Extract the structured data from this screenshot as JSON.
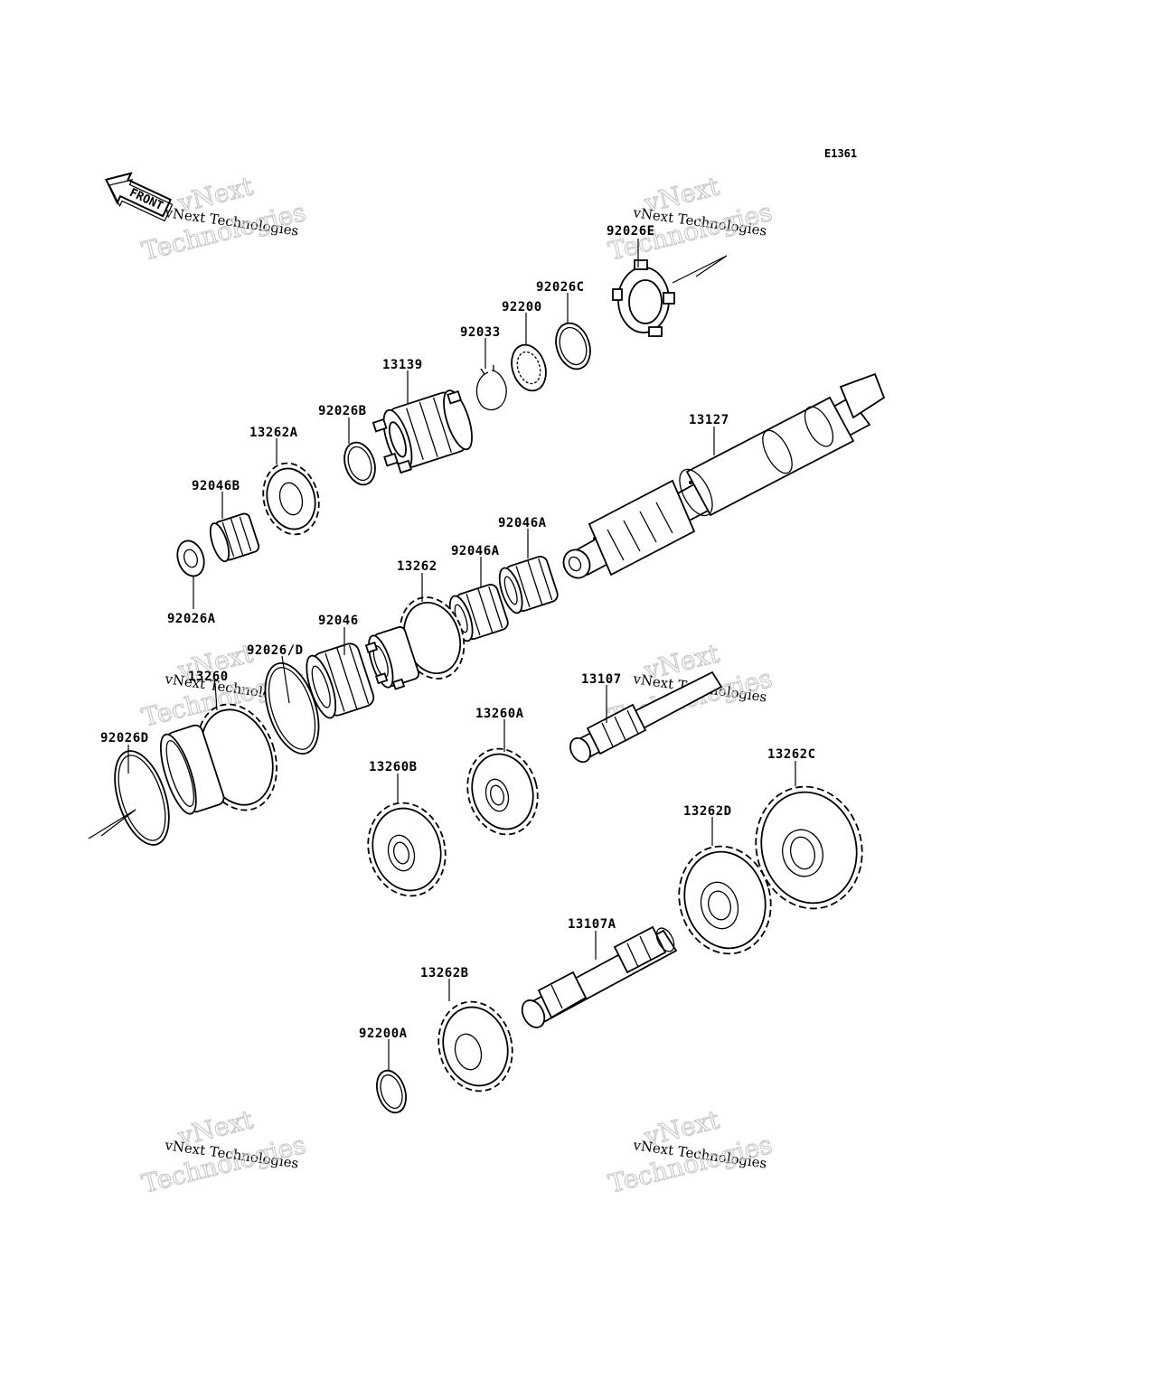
{
  "diagram": {
    "ref_code": "E1361",
    "front_label": "FRONT",
    "watermark_line1": "vNext Technologies",
    "watermark_line2": "vNext",
    "watermark_line3": "Technologies",
    "part_labels": {
      "p92026E": "92026E",
      "p92026C": "92026C",
      "p92200": "92200",
      "p92033": "92033",
      "p13139": "13139",
      "p92026B": "92026B",
      "p13262A": "13262A",
      "p13127": "13127",
      "p92046B": "92046B",
      "p92046A_1": "92046A",
      "p92046A_2": "92046A",
      "p13262": "13262",
      "p92026A": "92026A",
      "p92046": "92046",
      "p92026D_slash": "92026/D",
      "p13260": "13260",
      "p13107": "13107",
      "p92026D": "92026D",
      "p13260A": "13260A",
      "p13260B": "13260B",
      "p13262C": "13262C",
      "p13262D": "13262D",
      "p13107A": "13107A",
      "p13262B": "13262B",
      "p92200A": "92200A"
    }
  }
}
